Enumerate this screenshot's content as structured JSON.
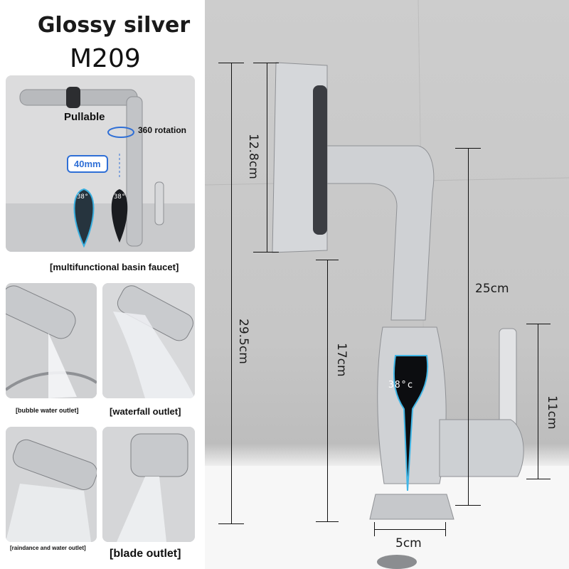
{
  "header": {
    "title": "Glossy silver",
    "model": "M209"
  },
  "panels": {
    "main_feature": {
      "caption": "[multifunctional basin faucet]",
      "labels": {
        "pullable": "Pullable",
        "rotation": "360 rotation",
        "height": "40mm"
      },
      "display": "38°"
    },
    "bubble": {
      "caption": "[bubble water outlet]"
    },
    "waterfall": {
      "caption": "[waterfall outlet]"
    },
    "raindance": {
      "caption": "[raindance and water outlet]"
    },
    "blade": {
      "caption": "[blade outlet]"
    }
  },
  "product": {
    "display": "38°c",
    "dimensions": {
      "spout_height": "12.8cm",
      "total_height": "29.5cm",
      "clearance": "17cm",
      "body_height": "25cm",
      "handle_height": "11cm",
      "base_width": "5cm"
    }
  },
  "colors": {
    "accent": "#2f6fd6",
    "chrome": "#c9cbcf",
    "display": "#0c0d10"
  }
}
